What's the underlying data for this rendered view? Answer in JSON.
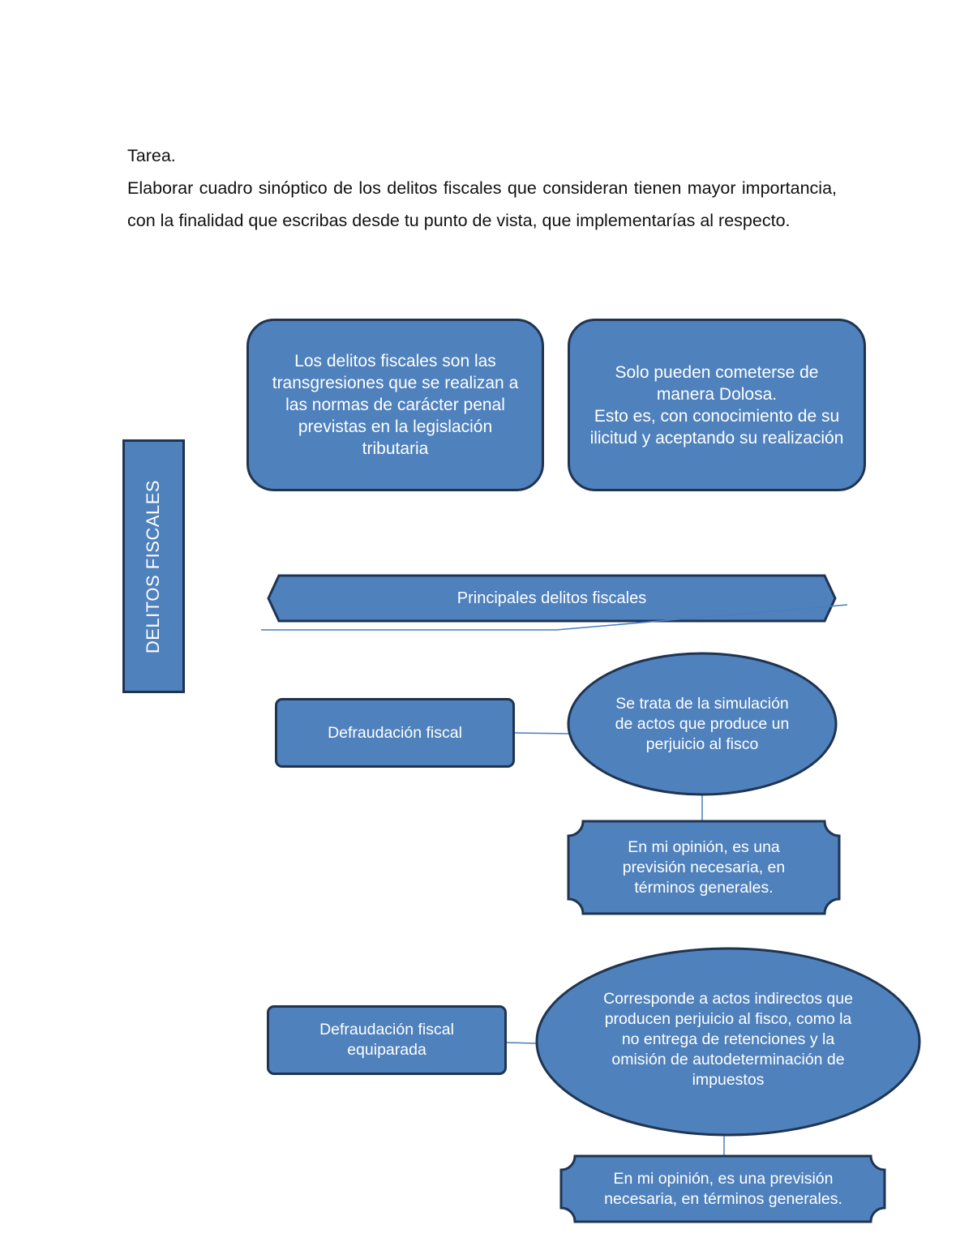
{
  "intro": {
    "title": "Tarea.",
    "body": "Elaborar cuadro sinóptico de los delitos fiscales que consideran tienen mayor importancia, con la finalidad que escribas desde tu punto de vista, que implementarías al respecto."
  },
  "colors": {
    "fill": "#4f81bd",
    "border": "#1f3451",
    "text": "#ffffff"
  },
  "diagram": {
    "vertical_label": "DELITOS FISCALES",
    "definition": "Los delitos fiscales son las transgresiones que se realizan a las normas de carácter penal previstas en la legislación tributaria",
    "dolosa": "Solo pueden cometerse de manera Dolosa.\nEsto es, con conocimiento de su ilicitud y aceptando su realización",
    "banner": "Principales delitos fiscales",
    "items": [
      {
        "name": "Defraudación fiscal",
        "description": "Se trata de la simulación de actos que produce un perjuicio al fisco",
        "opinion": "En mi opinión, es una previsión necesaria, en términos generales."
      },
      {
        "name": "Defraudación fiscal equiparada",
        "description": "Corresponde a actos indirectos que producen perjuicio al fisco, como la no entrega de retenciones y la omisión de autodeterminación de impuestos",
        "opinion": "En mi opinión, es una previsión necesaria, en términos generales."
      }
    ]
  }
}
